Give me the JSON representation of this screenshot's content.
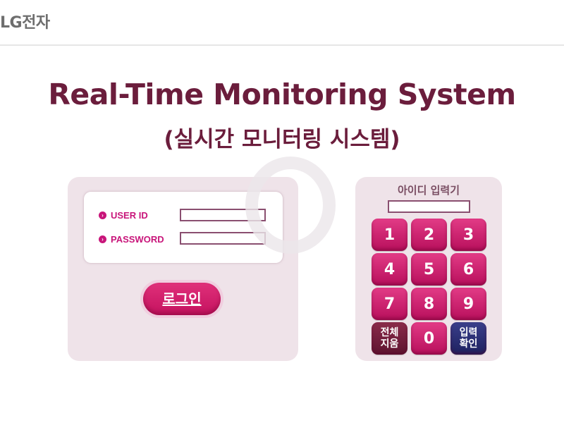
{
  "header": {
    "logo": "LG전자"
  },
  "main": {
    "title": "Real-Time Monitoring System",
    "subtitle": "(실시간 모니터링 시스템)"
  },
  "login": {
    "user_id_label": "USER ID",
    "password_label": "PASSWORD",
    "user_id_value": "",
    "password_value": "",
    "login_button": "로그인",
    "bullet_glyph": "›"
  },
  "keypad": {
    "title": "아이디 입력기",
    "display_value": "",
    "keys": [
      "1",
      "2",
      "3",
      "4",
      "5",
      "6",
      "7",
      "8",
      "9",
      "전체\n지움",
      "0",
      "입력\n확인"
    ]
  },
  "colors": {
    "accent": "#c8157a",
    "title": "#6b1d3c",
    "panel": "#efe3e9",
    "clear_key": "#6e1d3a",
    "confirm_key": "#252a70"
  }
}
